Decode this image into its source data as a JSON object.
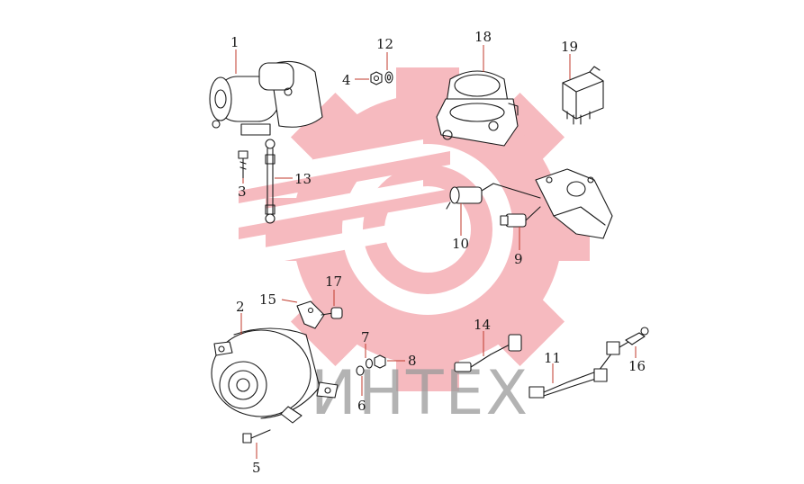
{
  "watermark": {
    "text": "ИНТЕХ",
    "icon": "gear-logo-icon",
    "color": "#f4a9b0"
  },
  "colors": {
    "leader": "#c0392b",
    "line": "#1a1a1a"
  },
  "callouts": [
    {
      "id": "1",
      "label": "1"
    },
    {
      "id": "2",
      "label": "2"
    },
    {
      "id": "3",
      "label": "3"
    },
    {
      "id": "4",
      "label": "4"
    },
    {
      "id": "5",
      "label": "5"
    },
    {
      "id": "6",
      "label": "6"
    },
    {
      "id": "7",
      "label": "7"
    },
    {
      "id": "8",
      "label": "8"
    },
    {
      "id": "9",
      "label": "9"
    },
    {
      "id": "10",
      "label": "10"
    },
    {
      "id": "11",
      "label": "11"
    },
    {
      "id": "12",
      "label": "12"
    },
    {
      "id": "13",
      "label": "13"
    },
    {
      "id": "14",
      "label": "14"
    },
    {
      "id": "15",
      "label": "15"
    },
    {
      "id": "16",
      "label": "16"
    },
    {
      "id": "17",
      "label": "17"
    },
    {
      "id": "18",
      "label": "18"
    },
    {
      "id": "19",
      "label": "19"
    }
  ]
}
